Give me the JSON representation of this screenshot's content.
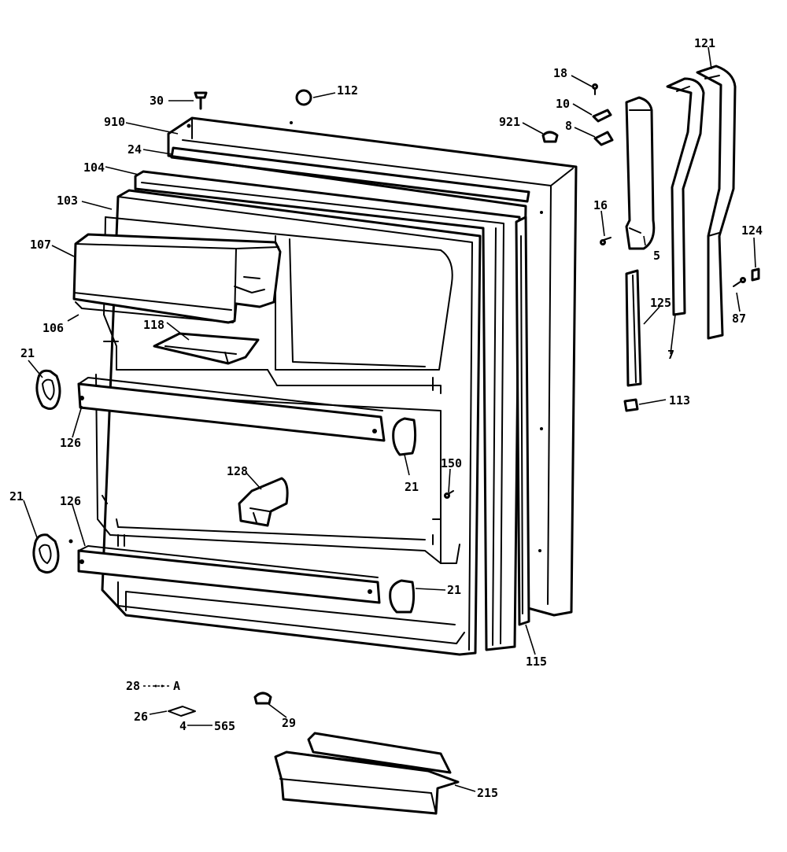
{
  "callouts": {
    "c18": "18",
    "c121": "121",
    "c30": "30",
    "c112": "112",
    "c910": "910",
    "c10": "10",
    "c921": "921",
    "c8": "8",
    "c24": "24",
    "c104": "104",
    "c103": "103",
    "c16": "16",
    "c124": "124",
    "c107": "107",
    "c5": "5",
    "c125": "125",
    "c87": "87",
    "c106": "106",
    "c118": "118",
    "c7": "7",
    "c21a": "21",
    "c113": "113",
    "c126a": "126",
    "c150": "150",
    "c128": "128",
    "c21b": "21",
    "c21c": "21",
    "c126b": "126",
    "c21d": "21",
    "c115": "115",
    "c28": "28",
    "cA": "A",
    "c26": "26",
    "c29": "29",
    "c4": "4",
    "c565": "565",
    "c215": "215"
  }
}
